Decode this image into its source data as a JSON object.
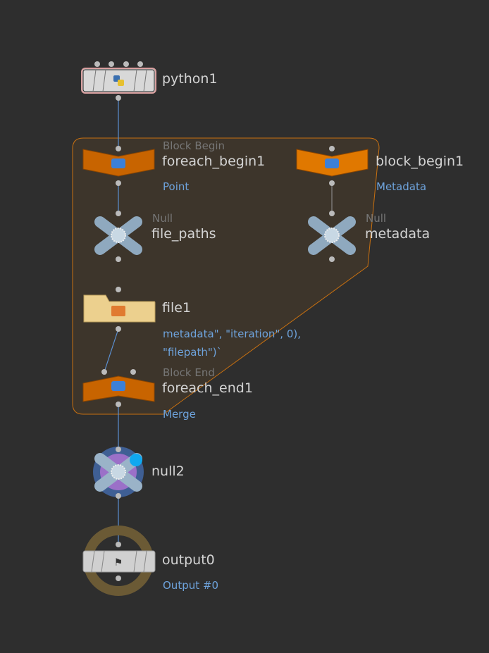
{
  "nodes": {
    "python1": {
      "name": "python1"
    },
    "foreach_begin1": {
      "type": "Block Begin",
      "name": "foreach_begin1",
      "comment": "Point"
    },
    "block_begin1": {
      "name": "block_begin1",
      "comment": "Metadata"
    },
    "file_paths": {
      "type": "Null",
      "name": "file_paths"
    },
    "metadata": {
      "type": "Null",
      "name": "metadata"
    },
    "file1": {
      "name": "file1",
      "comment_line1": "metadata\", \"iteration\", 0),",
      "comment_line2": "\"filepath\")`"
    },
    "foreach_end1": {
      "type": "Block End",
      "name": "foreach_end1",
      "comment": "Merge"
    },
    "null2": {
      "name": "null2"
    },
    "output0": {
      "name": "output0",
      "comment": "Output #0"
    }
  },
  "colors": {
    "background": "#2e2e2e",
    "network_box": "#3d352b",
    "box_border": "#c87010",
    "block_orange": "#c86400",
    "wire": "#5b8fd0"
  }
}
